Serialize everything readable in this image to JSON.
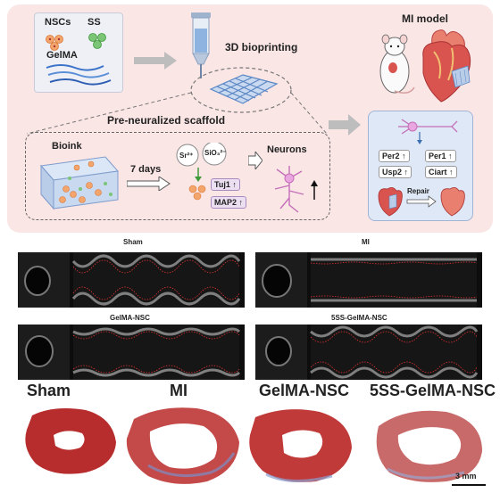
{
  "schematic": {
    "materials": {
      "nscs": "NSCs",
      "ss": "SS",
      "gelma": "GelMA"
    },
    "bioprinting_label": "3D bioprinting",
    "scaffold_label": "Pre-neuralized scaffold",
    "bioink_label": "Bioink",
    "days_label": "7 days",
    "ion_sr": "Sr²⁺",
    "ion_sio": "SiO₃²⁻",
    "markers": [
      "Tuj1",
      "MAP2"
    ],
    "neurons_label": "Neurons",
    "mi_model_label": "MI model",
    "clock_genes": [
      "Per2",
      "Usp2",
      "Per1",
      "Ciart"
    ],
    "repair_label": "Repair",
    "up_arrow": "↑",
    "colors": {
      "panel": "#fbe6e6",
      "mi_box": "#dfe8f6",
      "marker_box": "#ecdff2",
      "arrow_gray": "#bdbdbd"
    }
  },
  "echo": {
    "panels": [
      {
        "title": "Sham"
      },
      {
        "title": "MI"
      },
      {
        "title": "GelMA-NSC"
      },
      {
        "title": "5SS-GelMA-NSC"
      }
    ]
  },
  "histology": {
    "groups": [
      "Sham",
      "MI",
      "GelMA-NSC",
      "5SS-GelMA-NSC"
    ],
    "scale_bar": "3 mm"
  }
}
